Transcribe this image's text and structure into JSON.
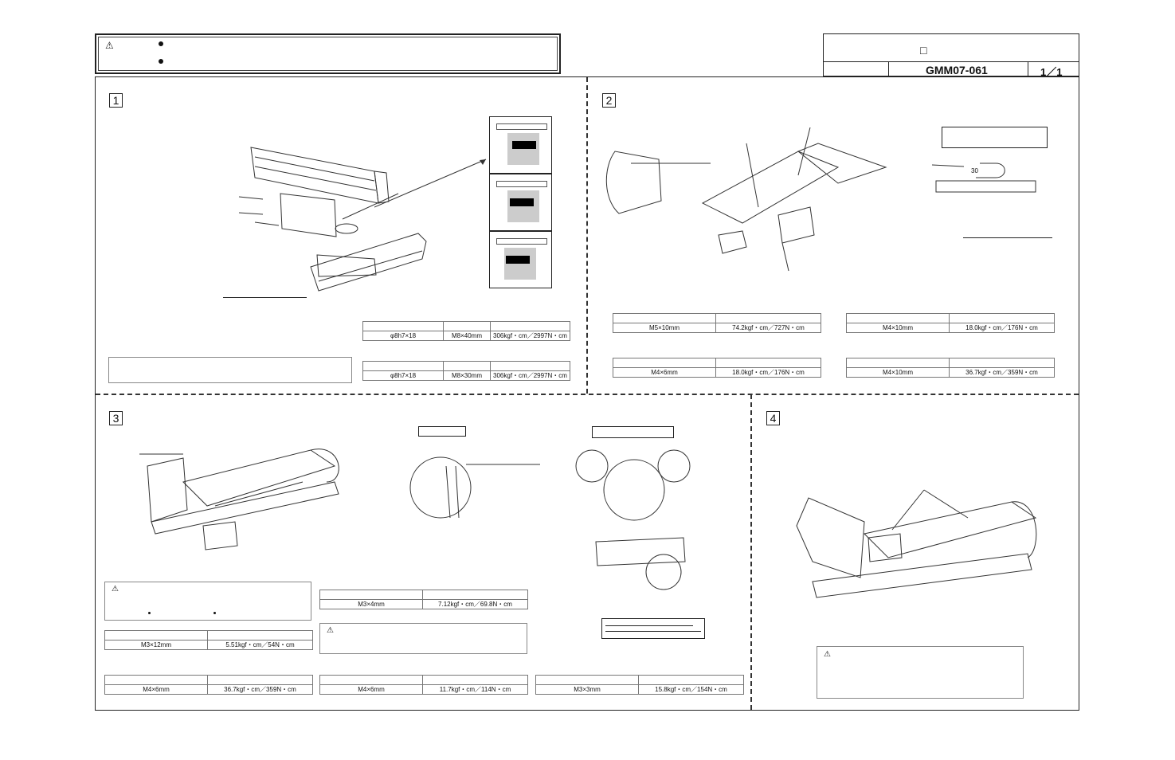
{
  "header": {
    "doc_number": "GMM07-061",
    "page": "1／1",
    "checkbox_glyph": "□"
  },
  "warning_icon": "⚠",
  "sections": {
    "s1": {
      "number": "1",
      "tables": [
        {
          "row": [
            "φ8h7×18",
            "M8×40mm",
            "306kgf・cm／2997N・cm"
          ]
        },
        {
          "row": [
            "φ8h7×18",
            "M8×30mm",
            "306kgf・cm／2997N・cm"
          ]
        }
      ]
    },
    "s2": {
      "number": "2",
      "inset_label": "30",
      "tables": [
        {
          "row": [
            "M5×10mm",
            "74.2kgf・cm／727N・cm"
          ]
        },
        {
          "row": [
            "M4×10mm",
            "18.0kgf・cm／176N・cm"
          ]
        },
        {
          "row": [
            "M4×6mm",
            "18.0kgf・cm／176N・cm"
          ]
        },
        {
          "row": [
            "M4×10mm",
            "36.7kgf・cm／359N・cm"
          ]
        }
      ]
    },
    "s3": {
      "number": "3",
      "tables": [
        {
          "row": [
            "M3×4mm",
            "7.12kgf・cm／69.8N・cm"
          ]
        },
        {
          "row": [
            "M3×12mm",
            "5.51kgf・cm／54N・cm"
          ]
        },
        {
          "row": [
            "M4×6mm",
            "36.7kgf・cm／359N・cm"
          ]
        },
        {
          "row": [
            "M4×6mm",
            "11.7kgf・cm／114N・cm"
          ]
        },
        {
          "row": [
            "M3×3mm",
            "15.8kgf・cm／154N・cm"
          ]
        }
      ]
    },
    "s4": {
      "number": "4"
    }
  }
}
